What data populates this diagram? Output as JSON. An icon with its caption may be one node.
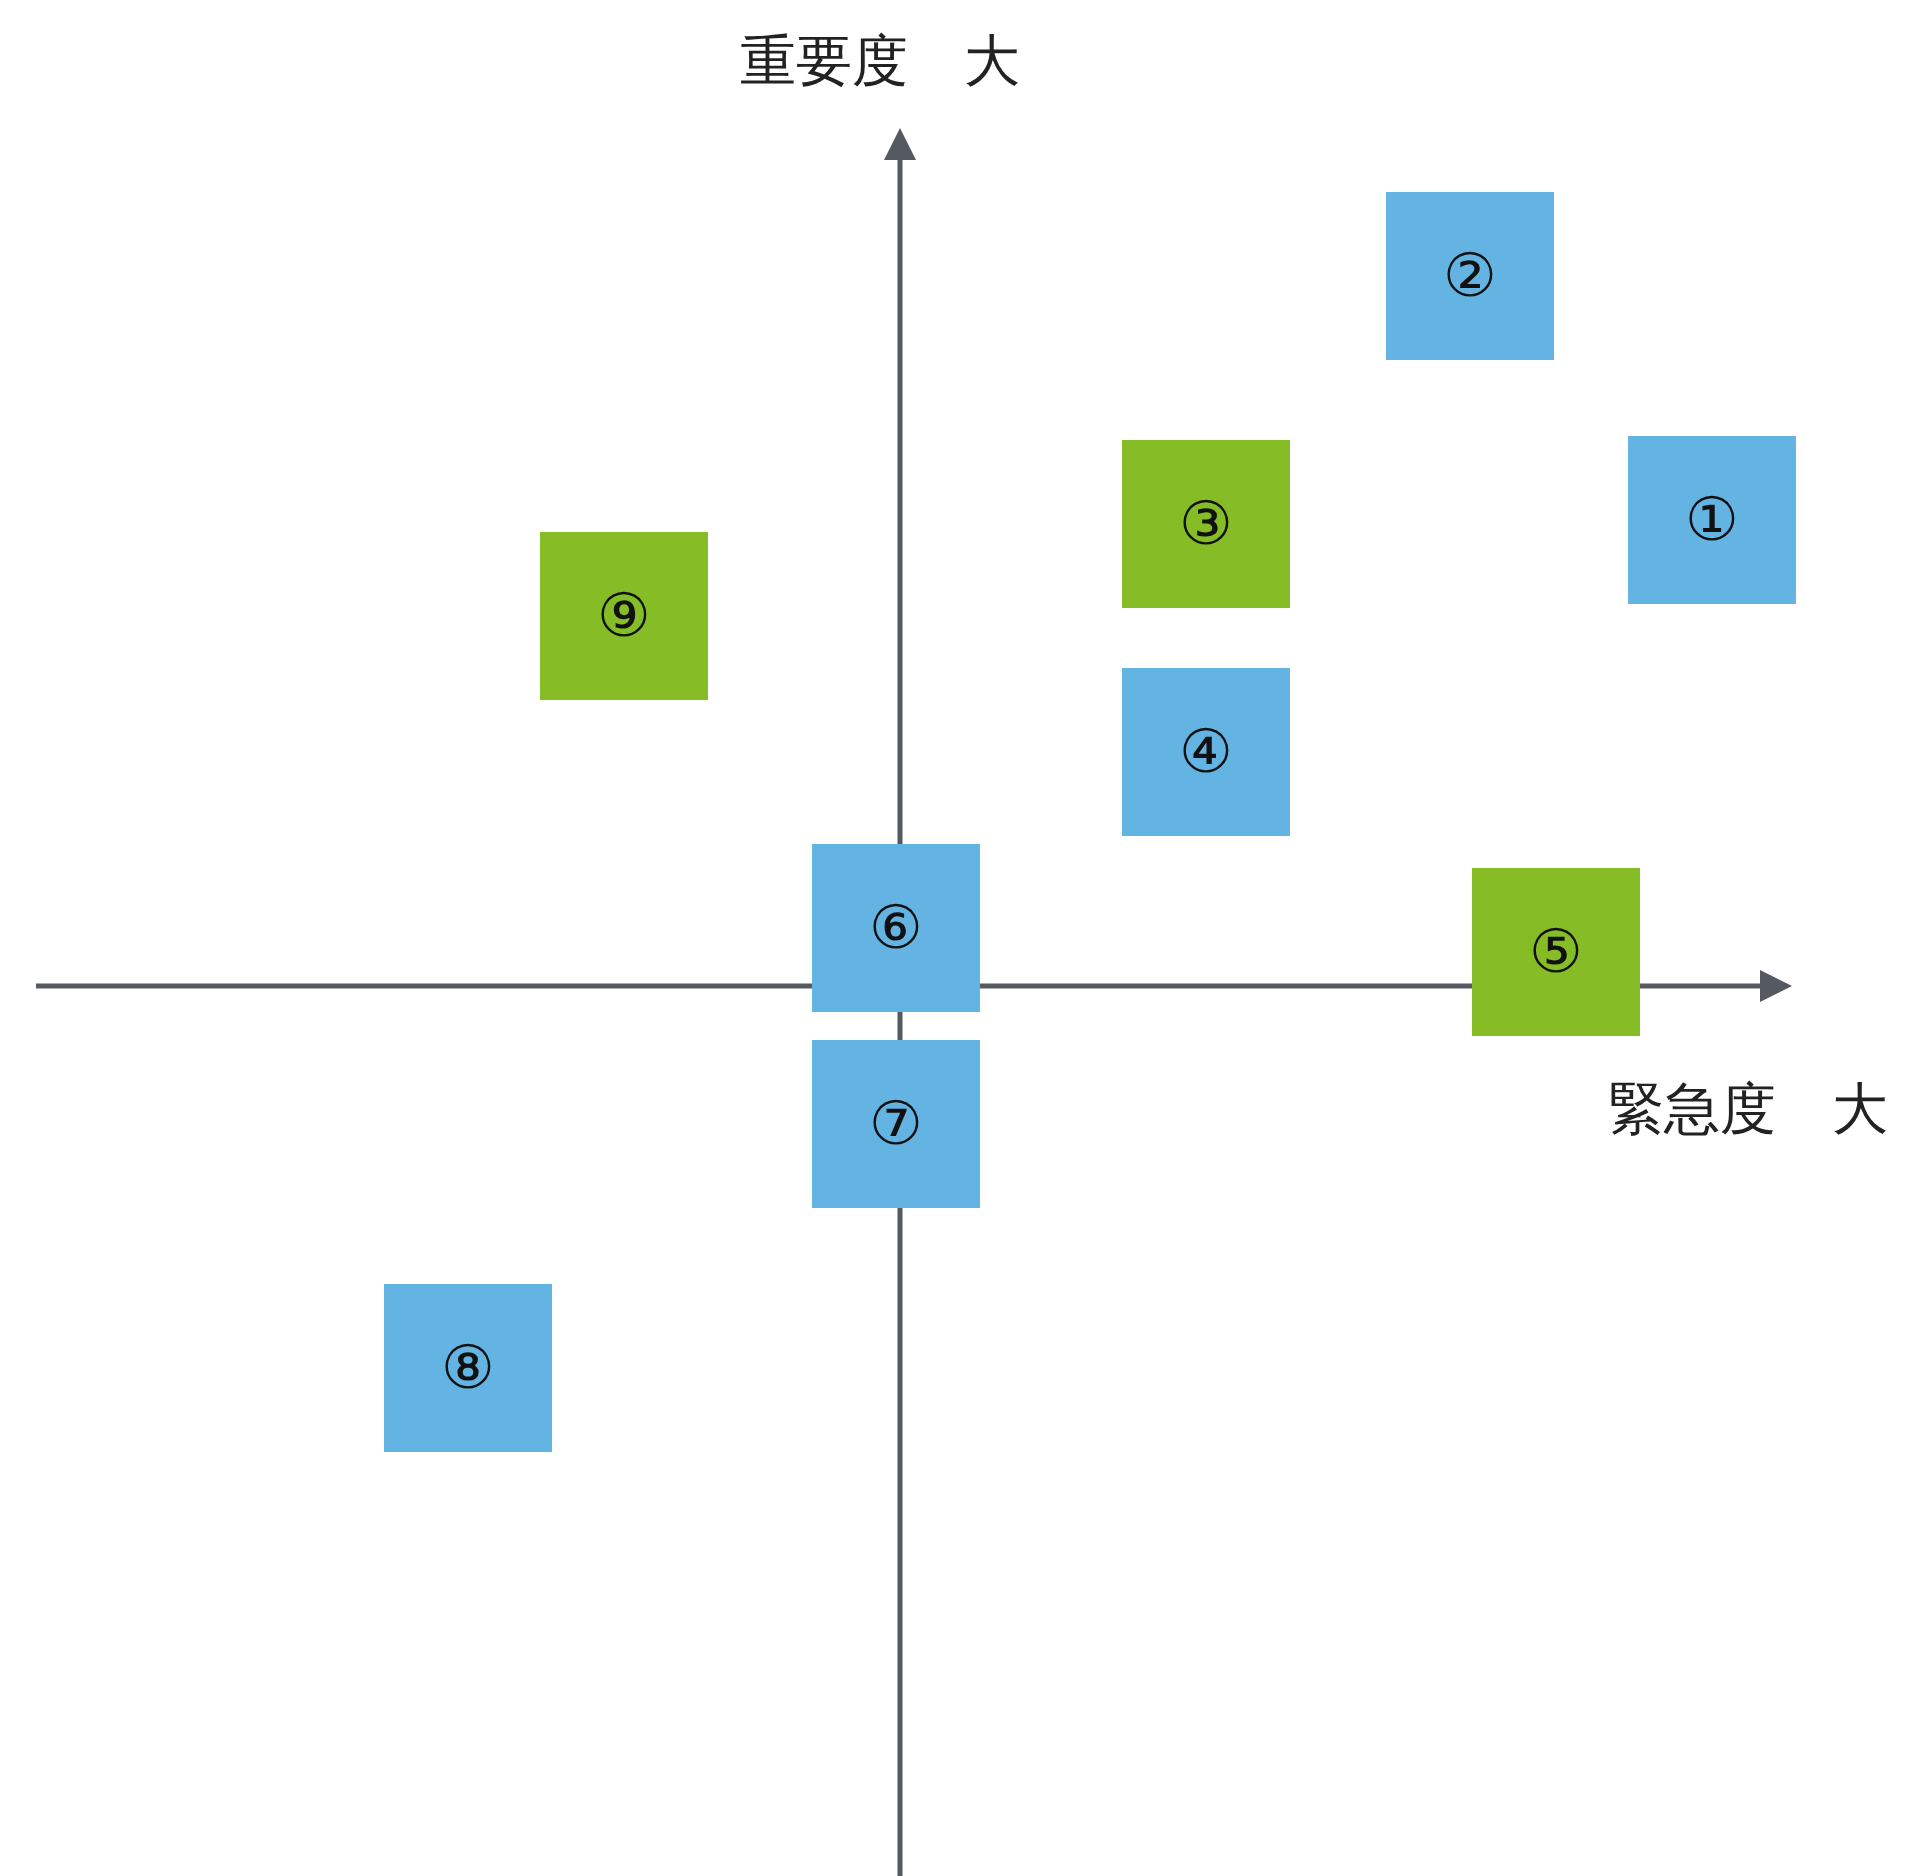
{
  "diagram": {
    "nodes": [
      {
        "text": [
          "②"
        ]
      },
      {
        "text": [
          "①"
        ]
      },
      {
        "text": [
          "③"
        ]
      },
      {
        "text": [
          "⑨"
        ]
      },
      {
        "text": [
          "④"
        ]
      },
      {
        "text": [
          "⑥"
        ]
      },
      {
        "text": [
          "⑤"
        ]
      },
      {
        "text": [
          "⑦"
        ]
      },
      {
        "text": [
          "⑧"
        ]
      }
    ],
    "labels": [
      "重要度　大",
      "緊急度　大"
    ]
  }
}
